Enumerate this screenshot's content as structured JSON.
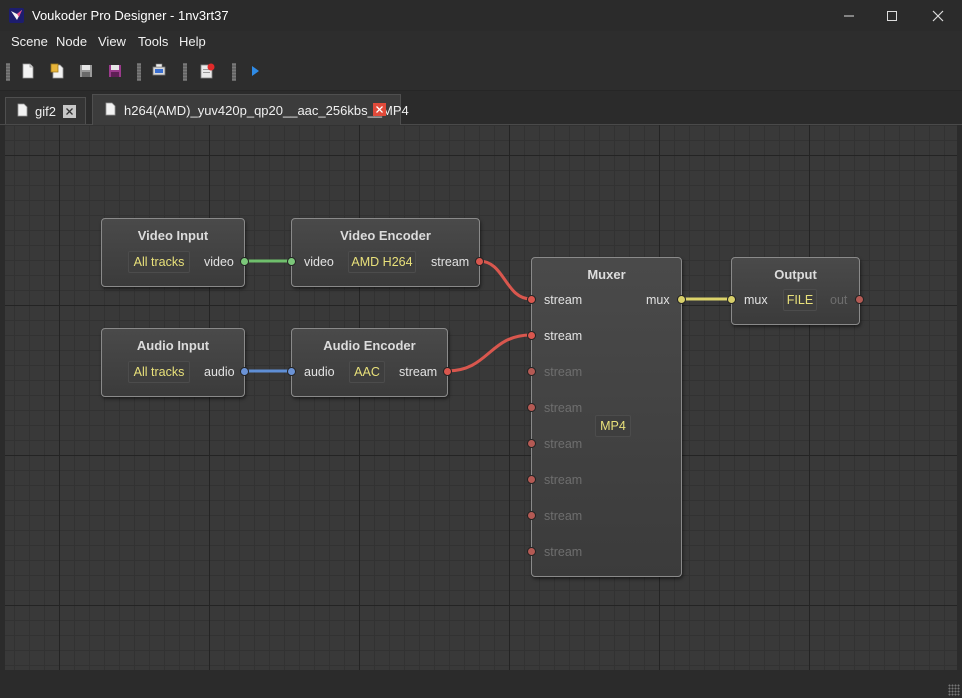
{
  "window": {
    "title": "Voukoder Pro Designer - 1nv3rt37"
  },
  "menu": [
    "Scene",
    "Node",
    "View",
    "Tools",
    "Help"
  ],
  "toolbar": {
    "buttons": [
      "new-icon",
      "open-icon",
      "save-icon",
      "save-as-icon",
      "export-icon",
      "record-icon",
      "run-icon"
    ]
  },
  "tabs": [
    {
      "label": "gif2",
      "active": false
    },
    {
      "label": "h264(AMD)_yuv420p_qp20__aac_256kbs__MP4",
      "active": true
    }
  ],
  "nodes": {
    "video_input": {
      "title": "Video Input",
      "value": "All tracks",
      "out": "video"
    },
    "video_encoder": {
      "title": "Video Encoder",
      "in": "video",
      "value": "AMD H264",
      "out": "stream"
    },
    "audio_input": {
      "title": "Audio Input",
      "value": "All tracks",
      "out": "audio"
    },
    "audio_encoder": {
      "title": "Audio Encoder",
      "in": "audio",
      "value": "AAC",
      "out": "stream"
    },
    "muxer": {
      "title": "Muxer",
      "inputs": [
        "stream",
        "stream",
        "stream",
        "stream",
        "stream",
        "stream",
        "stream",
        "stream"
      ],
      "out": "mux",
      "value": "MP4"
    },
    "output": {
      "title": "Output",
      "in": "mux",
      "value": "FILE",
      "out": "out"
    }
  },
  "colors": {
    "video_wire": "#6fbf6c",
    "audio_wire": "#5f8fd6",
    "stream_wire": "#d9574e",
    "mux_wire": "#dcd36a",
    "value_text": "#e8e07a"
  }
}
